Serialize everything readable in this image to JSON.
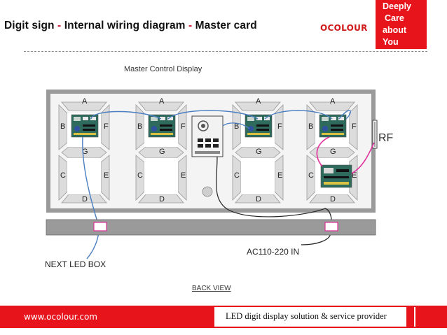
{
  "header": {
    "title_part1": "Digit sign",
    "dash": "-",
    "title_part2": "Internal wiring diagram",
    "title_part3": "Master card",
    "brand": "OCOLOUR",
    "tagline": [
      "Deeply",
      "Care",
      "about",
      "You"
    ]
  },
  "diagram": {
    "top_label": "Master Control  Display",
    "segments": {
      "a": "A",
      "b": "B",
      "f": "F",
      "g": "G",
      "c": "C",
      "e": "E",
      "d": "D"
    },
    "rf_label": "RF",
    "next_box_label": "NEXT LED BOX",
    "power_label": "AC110-220 IN",
    "view_label": "BACK VIEW"
  },
  "footer": {
    "url": "www.ocolour.com",
    "tagline": "LED digit display solution & service provider"
  },
  "colors": {
    "accent": "#e8141c",
    "wire_blue": "#4a7fc1",
    "wire_pink": "#e0309a",
    "segment_fill": "#dcdcdc",
    "panel_fill": "#9a9a9a"
  }
}
